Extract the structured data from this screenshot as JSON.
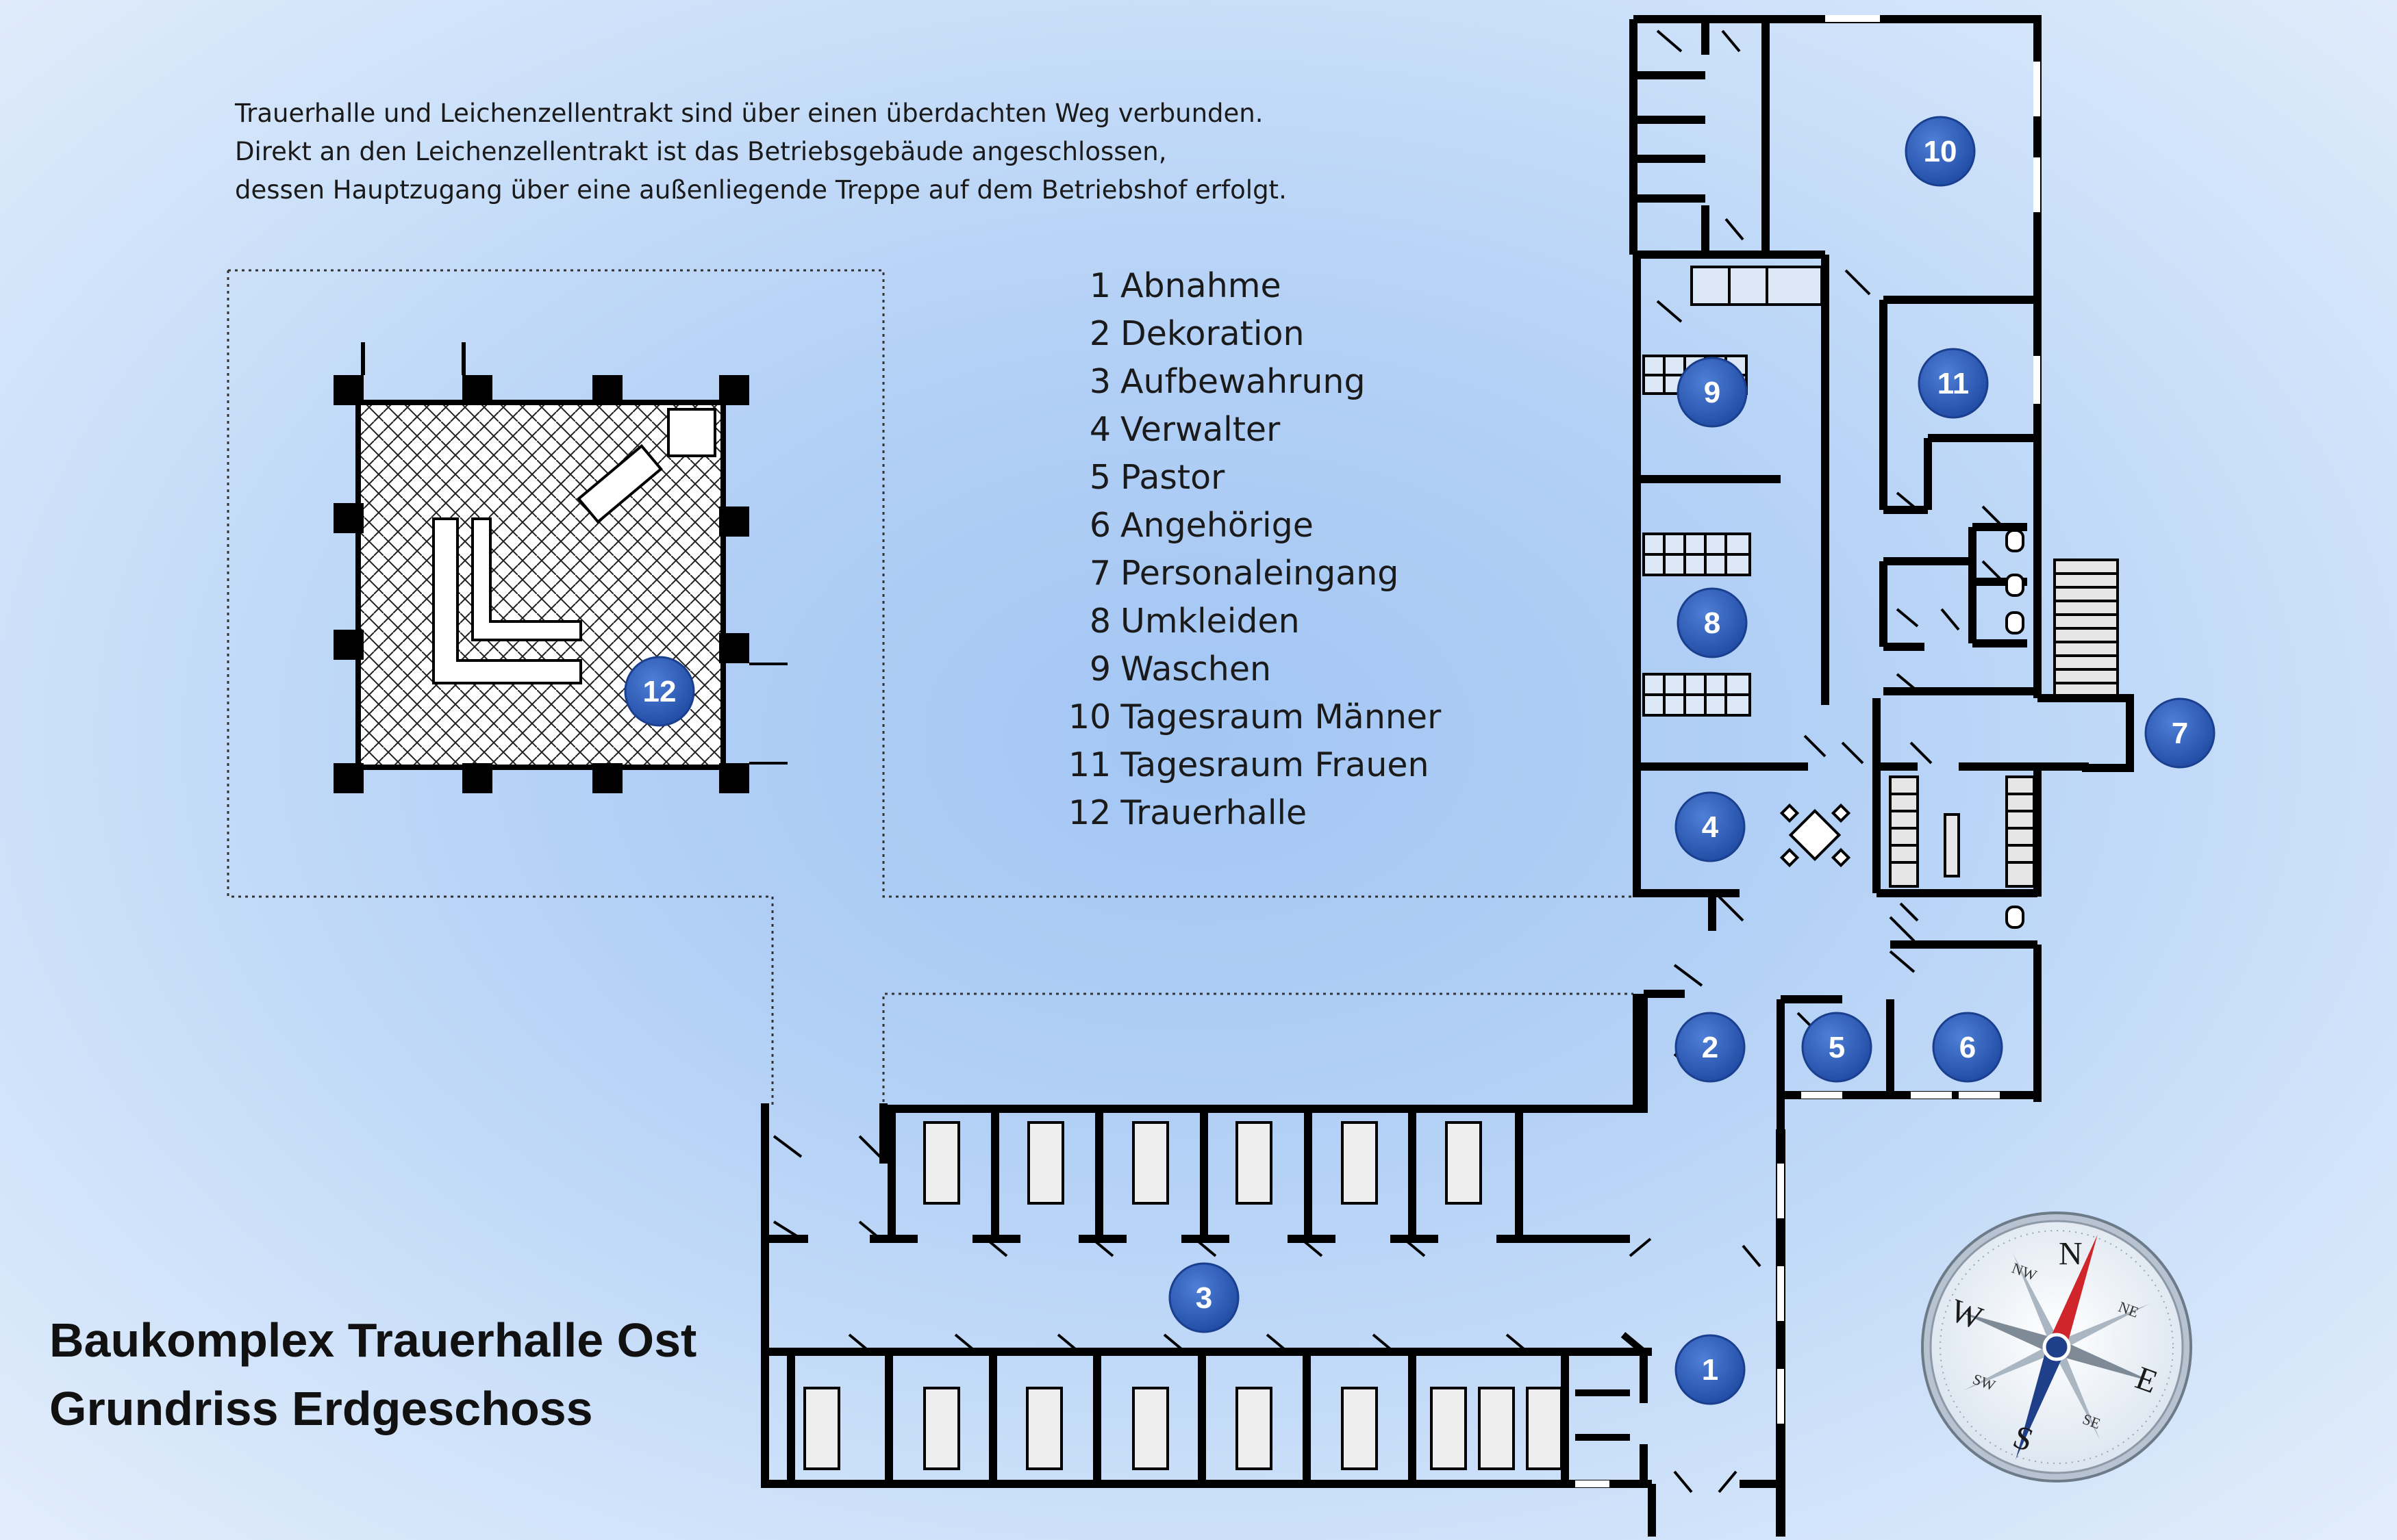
{
  "intro_text": [
    "Trauerhalle und Leichenzellentrakt sind über einen überdachten Weg verbunden.",
    "Direkt an den Leichenzellentrakt ist das Betriebsgebäude angeschlossen,",
    "dessen Hauptzugang über eine außenliegende Treppe auf dem Betriebshof erfolgt."
  ],
  "legend": [
    {
      "num": "1",
      "label": "Abnahme"
    },
    {
      "num": "2",
      "label": "Dekoration"
    },
    {
      "num": "3",
      "label": "Aufbewahrung"
    },
    {
      "num": "4",
      "label": "Verwalter"
    },
    {
      "num": "5",
      "label": "Pastor"
    },
    {
      "num": "6",
      "label": "Angehörige"
    },
    {
      "num": "7",
      "label": "Personaleingang"
    },
    {
      "num": "8",
      "label": "Umkleiden"
    },
    {
      "num": "9",
      "label": "Waschen"
    },
    {
      "num": "10",
      "label": "Tagesraum Männer"
    },
    {
      "num": "11",
      "label": "Tagesraum Frauen"
    },
    {
      "num": "12",
      "label": "Trauerhalle"
    }
  ],
  "title": {
    "line1": "Baukomplex Trauerhalle Ost",
    "line2": "Grundriss Erdgeschoss"
  },
  "room_markers": [
    "1",
    "2",
    "3",
    "4",
    "5",
    "6",
    "7",
    "8",
    "9",
    "10",
    "11",
    "12"
  ],
  "compass": {
    "n": "N",
    "s": "S",
    "e": "E",
    "w": "W",
    "ne": "NE",
    "nw": "NW",
    "se": "SE",
    "sw": "SW"
  },
  "colors": {
    "marker": "#2f5cb8",
    "wall": "#000000",
    "background": "#b4d1f6"
  }
}
